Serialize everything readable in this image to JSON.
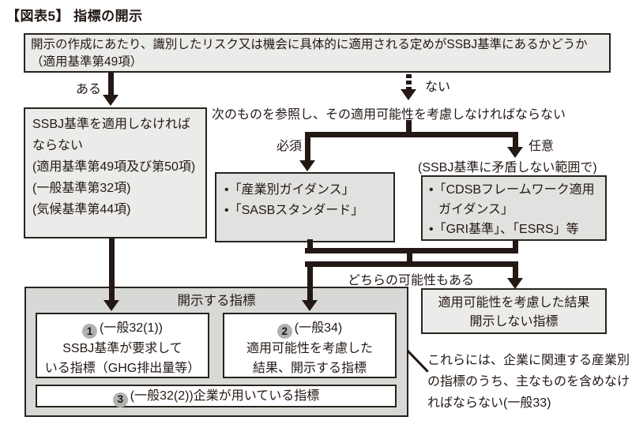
{
  "title": "【図表5】 指標の開示",
  "colors": {
    "ink": "#231815",
    "box_fill_light": "#ebebe9",
    "box_fill_mid": "#e1e1df",
    "box_fill_dark": "#d8d8d6"
  },
  "question_box": {
    "line1": "開示の作成にあたり、識別したリスク又は機会に具体的に適用される定めがSSBJ基準にあるかどうか",
    "line2": "（適用基準第49項）"
  },
  "branch_yes": {
    "label": "ある"
  },
  "branch_no": {
    "label": "ない"
  },
  "must_apply_box": {
    "line1": "SSBJ基準を適用しなければならない",
    "ref1": "(適用基準第49項及び第50項)",
    "ref2": "(一般基準第32項)",
    "ref3": "(気候基準第44項)"
  },
  "consider_text": "次のものを参照し、その適用可能性を考慮しなければならない",
  "required": {
    "label": "必須",
    "item1": "•「産業別ガイダンス」",
    "item2": "•「SASBスタンダード」"
  },
  "optional": {
    "label": "任意",
    "scope_note": "(SSBJ基準に矛盾しない範囲で)",
    "item1_line1": "•「CDSBフレームワーク適用",
    "item1_line2": "ガイダンス」",
    "item2": "•「GRI基準」、「ESRS」等"
  },
  "both_label": "どちらの可能性もある",
  "disclose_group": {
    "title": "開示する指標",
    "box1": {
      "num": "1",
      "ref": "(一般32(1))",
      "line1": "SSBJ基準が要求して",
      "line2": "いる指標（GHG排出量等）"
    },
    "box2": {
      "num": "2",
      "ref": "(一般34)",
      "line1": "適用可能性を考慮した",
      "line2": "結果、開示する指標"
    },
    "box3": {
      "num": "3",
      "text": "(一般32(2))企業が用いている指標"
    }
  },
  "not_disclose_box": {
    "line1": "適用可能性を考慮した結果",
    "line2": "開示しない指標"
  },
  "side_note": "これらには、企業に関連する産業別の指標のうち、主なものを含めなければならない(一般33)"
}
